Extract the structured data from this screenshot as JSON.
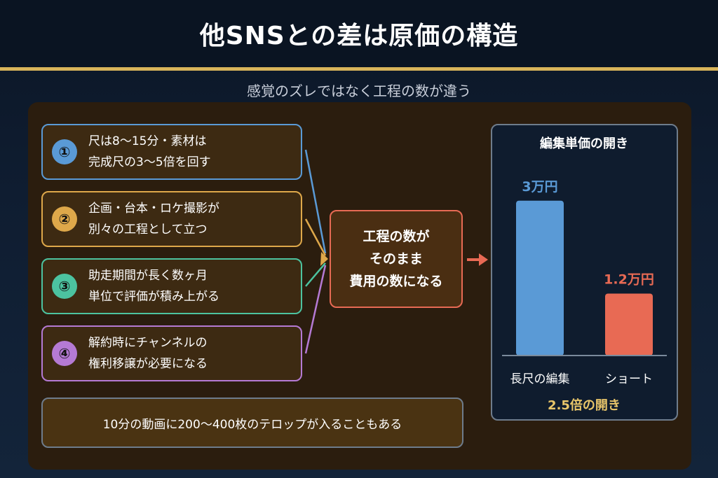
{
  "header": {
    "title": "他SNSとの差は原価の構造"
  },
  "subtitle": "感覚のズレではなく工程の数が違う",
  "factors": [
    {
      "number": "①",
      "line1": "尺は8〜15分・素材は",
      "line2": "完成尺の3〜5倍を回す",
      "color": "#5a9ad6"
    },
    {
      "number": "②",
      "line1": "企画・台本・ロケ撮影が",
      "line2": "別々の工程として立つ",
      "color": "#dea84a"
    },
    {
      "number": "③",
      "line1": "助走期間が長く数ヶ月",
      "line2": "単位で評価が積み上がる",
      "color": "#4cc3a0"
    },
    {
      "number": "④",
      "line1": "解約時にチャンネルの",
      "line2": "権利移譲が必要になる",
      "color": "#b57ad4"
    }
  ],
  "result": {
    "line1": "工程の数が",
    "line2": "そのまま",
    "line3": "費用の数になる",
    "color": "#e86a54"
  },
  "note": "10分の動画に200〜400枚のテロップが入ることもある",
  "chart_data": {
    "type": "bar",
    "title": "編集単価の開き",
    "categories": [
      "長尺の編集",
      "ショート"
    ],
    "values": [
      3,
      1.2
    ],
    "value_labels": [
      "3万円",
      "1.2万円"
    ],
    "colors": [
      "#5a9ad6",
      "#e86a54"
    ],
    "ylim": [
      0,
      3.2
    ],
    "grid": false,
    "annotation": "2.5倍の開き"
  }
}
